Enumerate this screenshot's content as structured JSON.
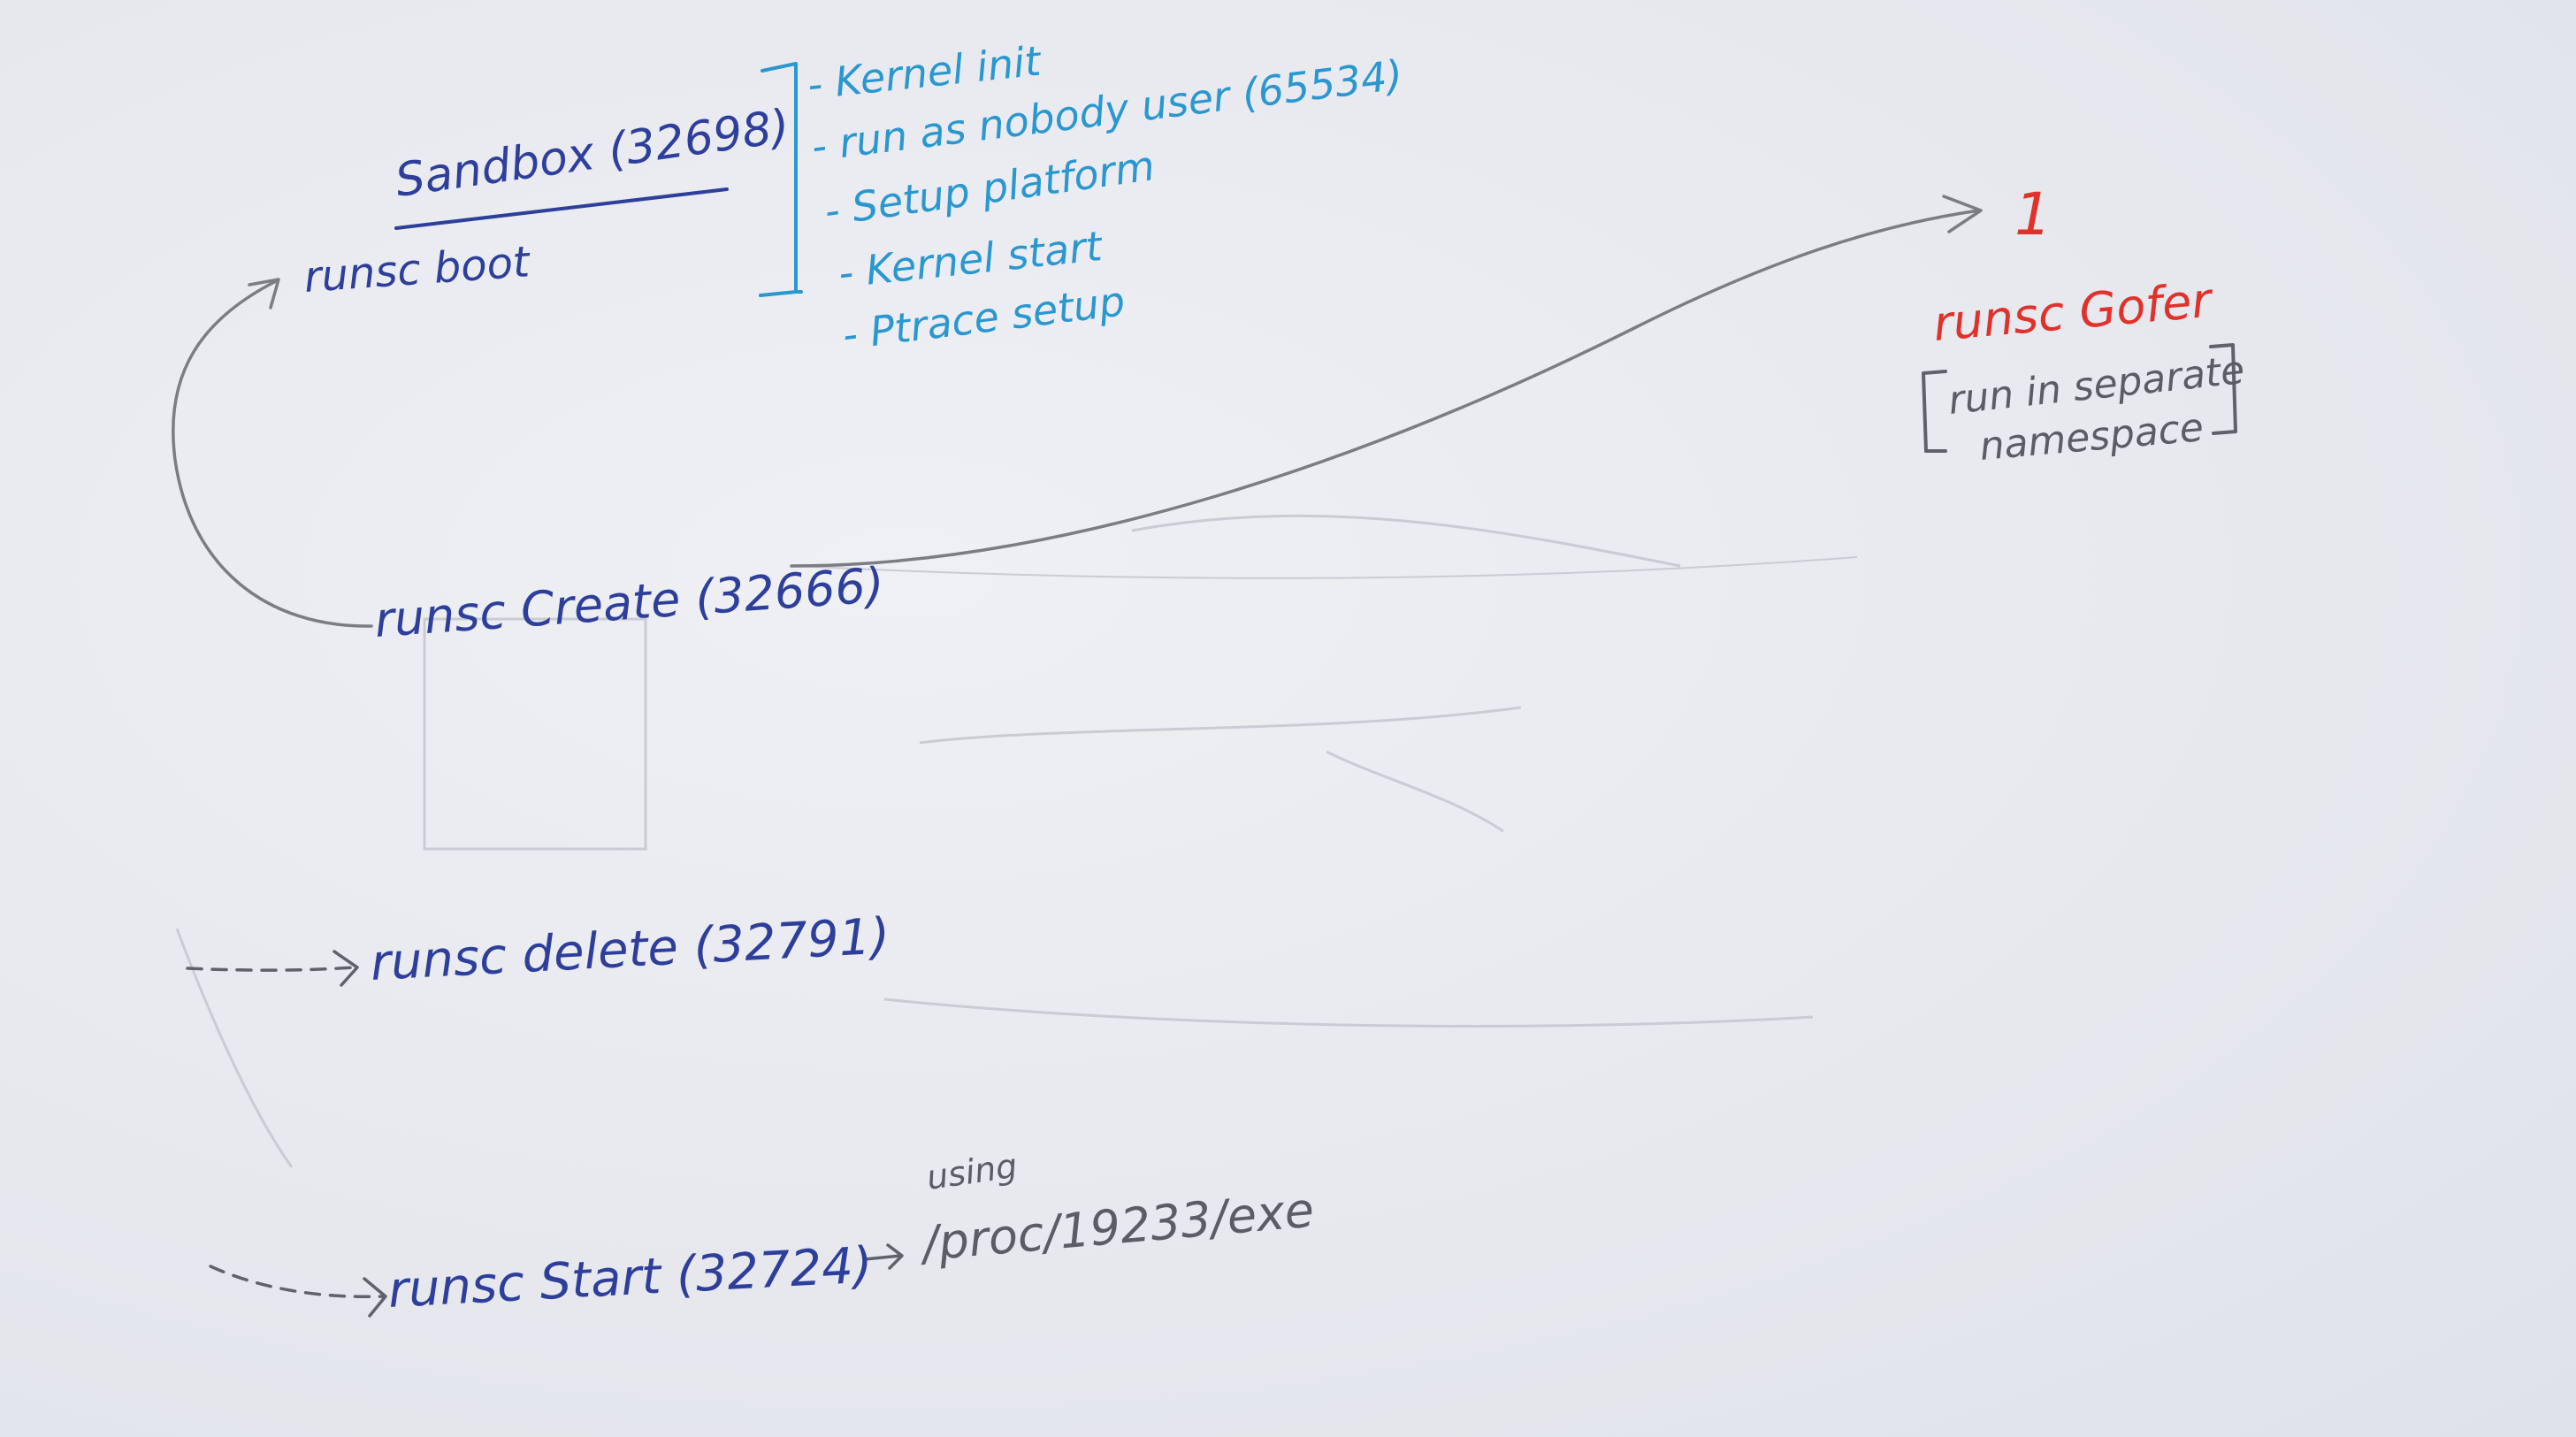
{
  "sandbox": {
    "title": "Sandbox (32698)",
    "boot": "runsc boot"
  },
  "boot_steps": [
    "- Kernel init",
    "- run as nobody user (65534)",
    "- Setup platform",
    "- Kernel start",
    "- Ptrace setup"
  ],
  "gofer": {
    "pid": "1",
    "name": "runsc Gofer",
    "note_line1": "run in separate",
    "note_line2": "namespace"
  },
  "create": {
    "label": "runsc Create (32666)"
  },
  "delete": {
    "label": "runsc delete (32791)"
  },
  "start": {
    "label": "runsc Start (32724)",
    "using": "using",
    "exe_path": "/proc/19233/exe"
  },
  "colors": {
    "navy_ink": "#2d3f9a",
    "cyan_ink": "#2a97cf",
    "red_ink": "#e0322a",
    "pencil": "#5f6268",
    "paper": "#e9ebf0"
  }
}
